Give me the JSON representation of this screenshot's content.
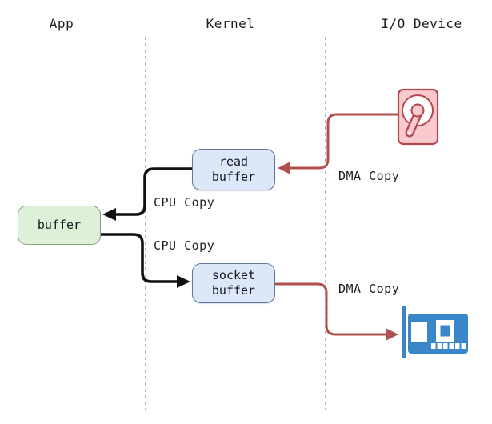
{
  "diagram": {
    "columns": {
      "app": {
        "label": "App"
      },
      "kernel": {
        "label": "Kernel"
      },
      "io_device": {
        "label": "I/O Device"
      }
    },
    "nodes": {
      "read_buffer": {
        "line1": "read",
        "line2": "buffer"
      },
      "socket_buffer": {
        "line1": "socket",
        "line2": "buffer"
      },
      "app_buffer": {
        "label": "buffer"
      }
    },
    "edge_labels": {
      "dma_copy_top": "DMA Copy",
      "cpu_copy_top": "CPU Copy",
      "cpu_copy_bottom": "CPU Copy",
      "dma_copy_bottom": "DMA Copy"
    },
    "icons": {
      "disk": "hard-disk-icon",
      "nic": "network-card-icon"
    },
    "colors": {
      "blue_node_fill": "#dce7f8",
      "blue_node_border": "#64779b",
      "green_node_fill": "#def0d7",
      "green_node_border": "#85a27f",
      "cpu_arrow": "#111111",
      "dma_arrow": "#b05050",
      "disk_fill": "#f9cacd",
      "disk_stroke": "#b4484f",
      "nic_fill": "#3a86c8",
      "lane_divider": "#999999",
      "text": "#1c1c1c"
    }
  }
}
